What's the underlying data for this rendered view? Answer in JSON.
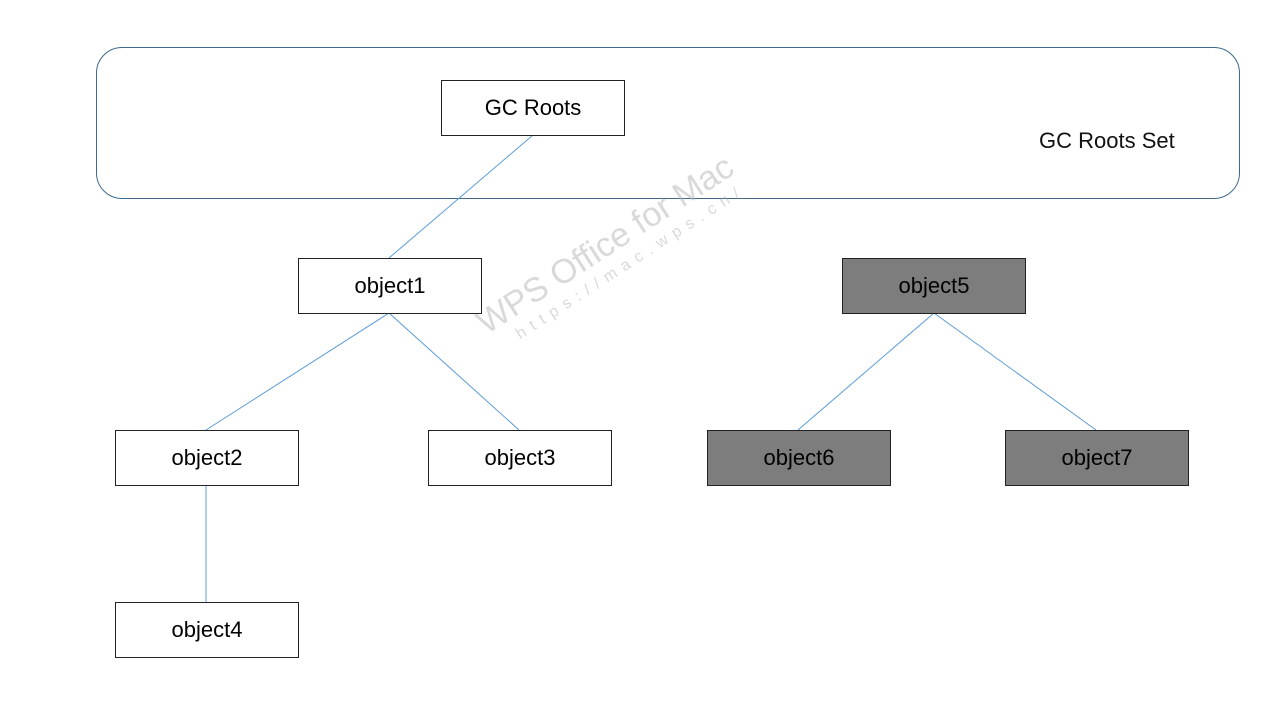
{
  "diagram": {
    "set_label": "GC Roots Set",
    "nodes": {
      "gc_roots": "GC Roots",
      "object1": "object1",
      "object2": "object2",
      "object3": "object3",
      "object4": "object4",
      "object5": "object5",
      "object6": "object6",
      "object7": "object7"
    },
    "edges": [
      [
        "GC Roots",
        "object1"
      ],
      [
        "object1",
        "object2"
      ],
      [
        "object1",
        "object3"
      ],
      [
        "object2",
        "object4"
      ],
      [
        "object5",
        "object6"
      ],
      [
        "object5",
        "object7"
      ]
    ],
    "colors": {
      "reachable_fill": "#ffffff",
      "unreachable_fill": "#7d7d7d",
      "edge": "#5b9bd5",
      "set_border": "#3d6a8e"
    }
  },
  "watermark": {
    "title": "WPS Office for Mac",
    "url": "https://mac.wps.cn/"
  }
}
